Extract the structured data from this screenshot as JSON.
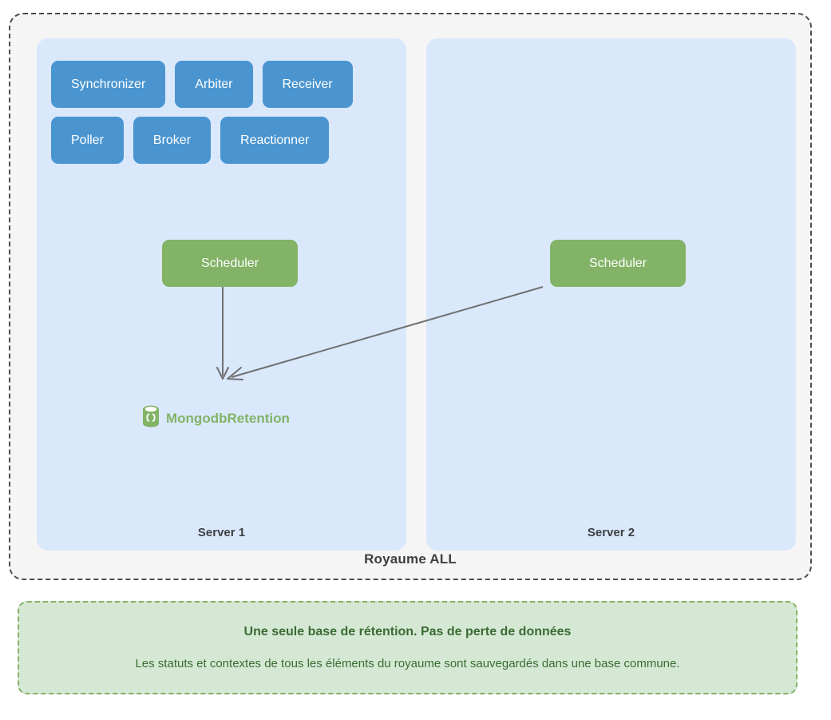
{
  "realm": {
    "label": "Royaume ALL",
    "servers": [
      {
        "name": "server-1",
        "label": "Server 1",
        "daemon_rows": [
          [
            "Synchronizer",
            "Arbiter",
            "Receiver"
          ],
          [
            "Poller",
            "Broker",
            "Reactionner"
          ]
        ],
        "scheduler": "Scheduler"
      },
      {
        "name": "server-2",
        "label": "Server 2",
        "daemon_rows": [],
        "scheduler": "Scheduler"
      }
    ],
    "retention": {
      "label": "MongodbRetention",
      "icon": "database-icon"
    },
    "connections": [
      {
        "from": "Scheduler (Server 1)",
        "to": "MongodbRetention"
      },
      {
        "from": "Scheduler (Server 2)",
        "to": "MongodbRetention"
      }
    ]
  },
  "note": {
    "title": "Une seule base de rétention. Pas de perte de données",
    "body": "Les statuts et contextes de tous les éléments du royaume sont sauvegardés dans une base commune."
  },
  "colors": {
    "daemon_blue": "#4a95d0",
    "scheduler_green": "#82b366",
    "server_panel_blue": "#dae8fc",
    "realm_gray": "#f5f5f5",
    "note_green": "#d5e8d4",
    "arrow_gray": "#707070",
    "realm_border": "#4d4d4d"
  }
}
